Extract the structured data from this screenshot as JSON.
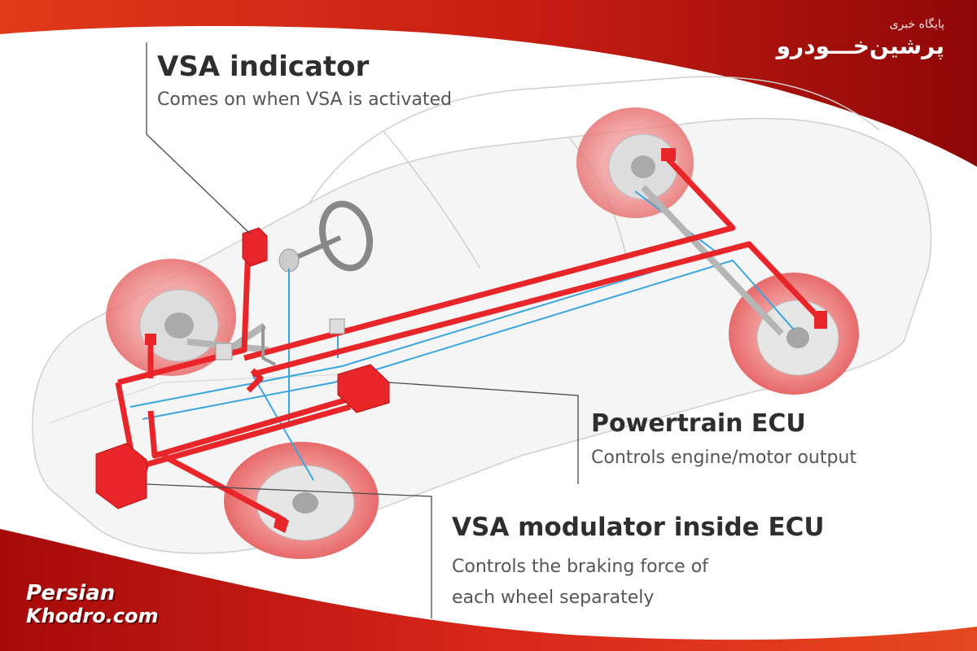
{
  "callouts": {
    "vsa_indicator": {
      "title": "VSA indicator",
      "desc": "Comes on when VSA is activated"
    },
    "powertrain_ecu": {
      "title": "Powertrain ECU",
      "desc": "Controls engine/motor output"
    },
    "vsa_modulator": {
      "title": "VSA modulator inside ECU",
      "desc_line1": "Controls the braking force of",
      "desc_line2": "each wheel separately"
    }
  },
  "branding": {
    "fa_small": "پایگاه خبری",
    "fa_big": "پرشین‌خـــودرو",
    "en_line1": "Persian",
    "en_line2": "Khodro.com"
  },
  "colors": {
    "accent_red": "#e8262a",
    "banner_red": "#b30f0f",
    "sensor_blue": "#3aa6e0",
    "car_outline": "#cfcfcf"
  }
}
